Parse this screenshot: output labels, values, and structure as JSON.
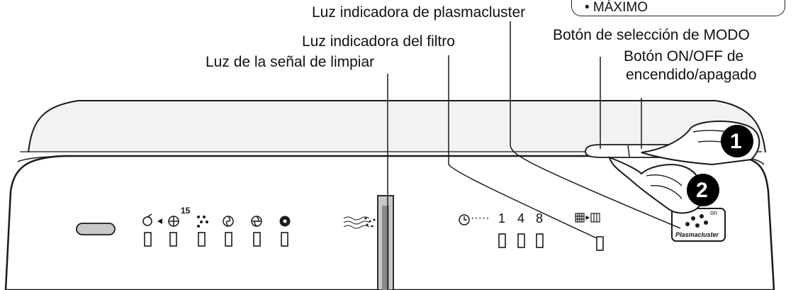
{
  "callouts": {
    "plasmacluster_light": "Luz indicadora de plasmacluster",
    "filter_light": "Luz indicadora del filtro",
    "clean_signal_light": "Luz de la señal de limpiar",
    "mode_button": "Botón de selección de MODO",
    "power_button_line1": "Botón ON/OFF de",
    "power_button_line2": "encendido/apagado"
  },
  "mode_box": {
    "option": "• MÁXIMO"
  },
  "panel": {
    "fan_speed_sup": "15",
    "timer_dots": "·····",
    "timer_hours": [
      "1",
      "4",
      "8"
    ],
    "logo_on": "on",
    "logo_text": "Plasmacluster"
  },
  "steps": [
    "1",
    "2"
  ],
  "colors": {
    "outline": "#1a1a1a",
    "body": "#ffffff",
    "shade": "#e6e6e6",
    "dark": "#555555"
  }
}
